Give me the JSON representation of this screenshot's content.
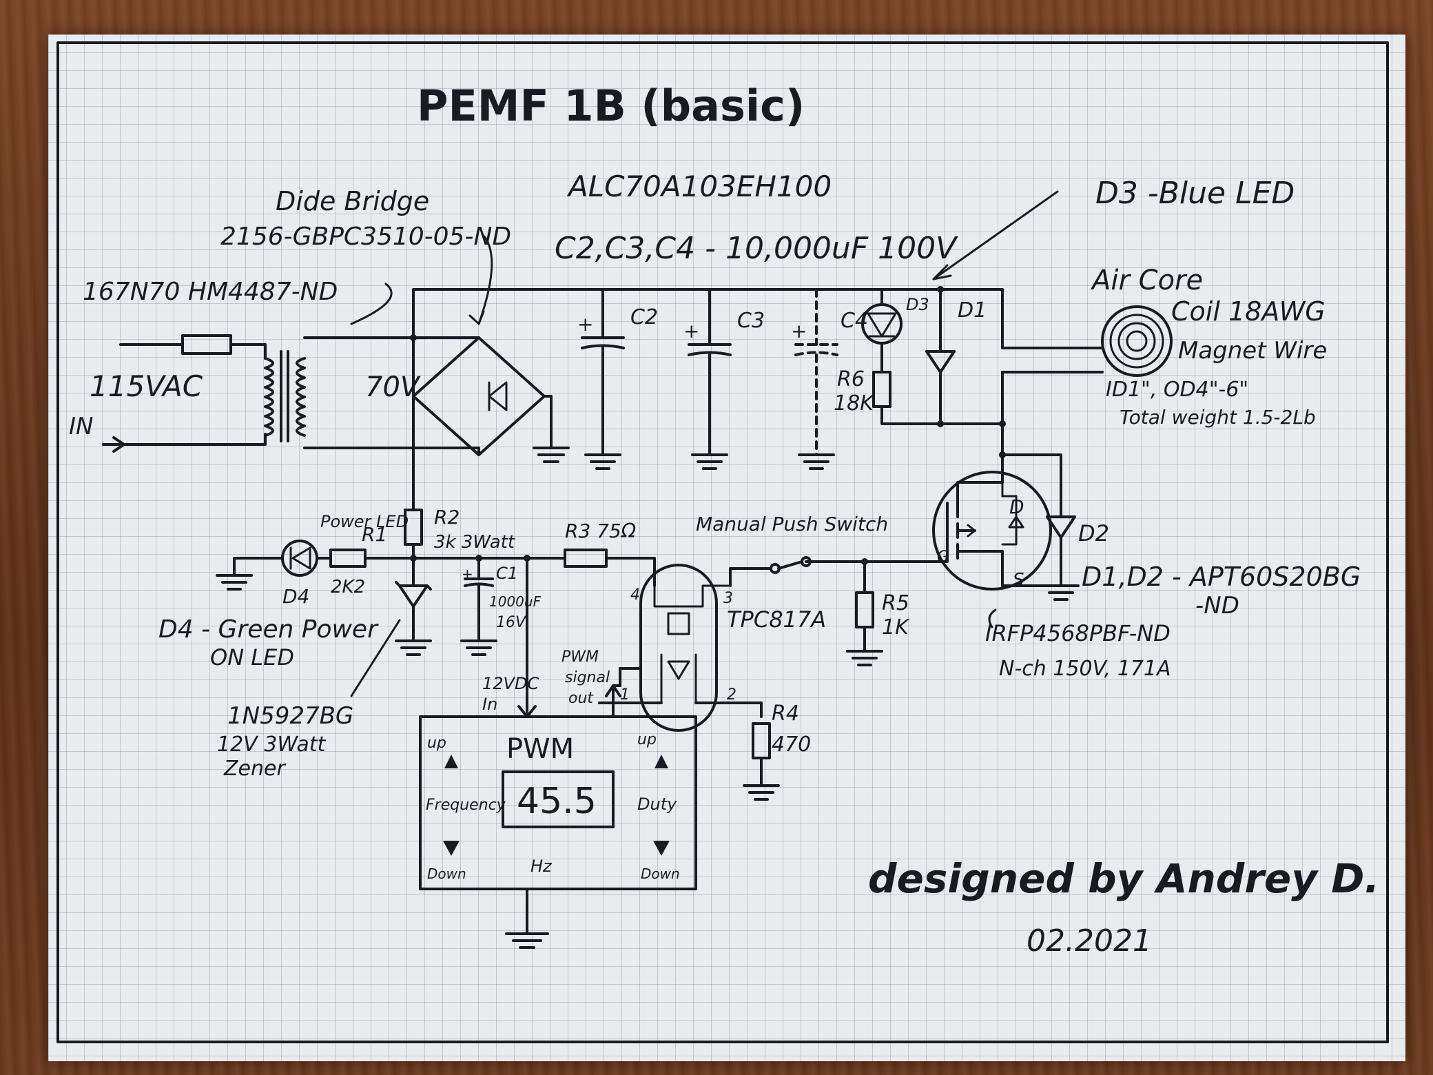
{
  "title": "PEMF 1B (basic)",
  "capacitor_part": "ALC70A103EH100",
  "capacitor_spec": "C2,C3,C4 - 10,000uF 100V",
  "led_note": "D3 -Blue LED",
  "bridge_label": "Dide Bridge",
  "bridge_part": "2156-GBPC3510-05-ND",
  "transformer_part": "167N70 HM4487-ND",
  "mains_label": "115VAC",
  "mains_in": "IN",
  "secondary_voltage": "70V",
  "coil": {
    "line1": "Air Core",
    "line2": "Coil 18AWG",
    "line3": "Magnet Wire",
    "line4": "ID1\", OD4\"-6\"",
    "line5": "Total weight 1.5-2Lb"
  },
  "components": {
    "c2": "C2",
    "c3": "C3",
    "c4": "C4",
    "d3": "D3",
    "d1": "D1",
    "d2": "D2",
    "d4": "D4",
    "r6": "R6",
    "r6_value": "18K",
    "r2": "R2",
    "r2_value": "3k 3Watt",
    "r1": "R1",
    "r1_value": "2K2",
    "r3": "R3 75Ω",
    "r4": "R4",
    "r4_value": "470",
    "r5": "R5",
    "r5_value": "1K",
    "c1": "C1",
    "c1_value": "1000uF",
    "c1_voltage": "16V",
    "mosfet_d": "D",
    "mosfet_g": "G",
    "mosfet_s": "S",
    "opto": "TPC817A",
    "opto_pin1": "1",
    "opto_pin2": "2",
    "opto_pin3": "3",
    "opto_pin4": "4"
  },
  "power_led_label": "Power LED",
  "d4_note_line1": "D4 - Green Power",
  "d4_note_line2": "ON LED",
  "zener_line1": "1N5927BG",
  "zener_line2": "12V 3Watt",
  "zener_line3": "Zener",
  "diode_part": "D1,D2 - APT60S20BG",
  "diode_part2": "-ND",
  "mosfet_part": "IRFP4568PBF-ND",
  "mosfet_spec": "N-ch 150V, 171A",
  "switch_label": "Manual Push Switch",
  "pwm": {
    "in_label1": "12VDC",
    "in_label2": "In",
    "signal_label1": "PWM",
    "signal_label2": "signal",
    "signal_label3": "out",
    "title": "PWM",
    "display": "45.5",
    "freq_label": "Frequency",
    "duty_label": "Duty",
    "up_left": "up",
    "up_right": "up",
    "down_left": "Down",
    "down_right": "Down",
    "unit": "Hz"
  },
  "signature": "designed by Andrey D.",
  "date": "02.2021"
}
